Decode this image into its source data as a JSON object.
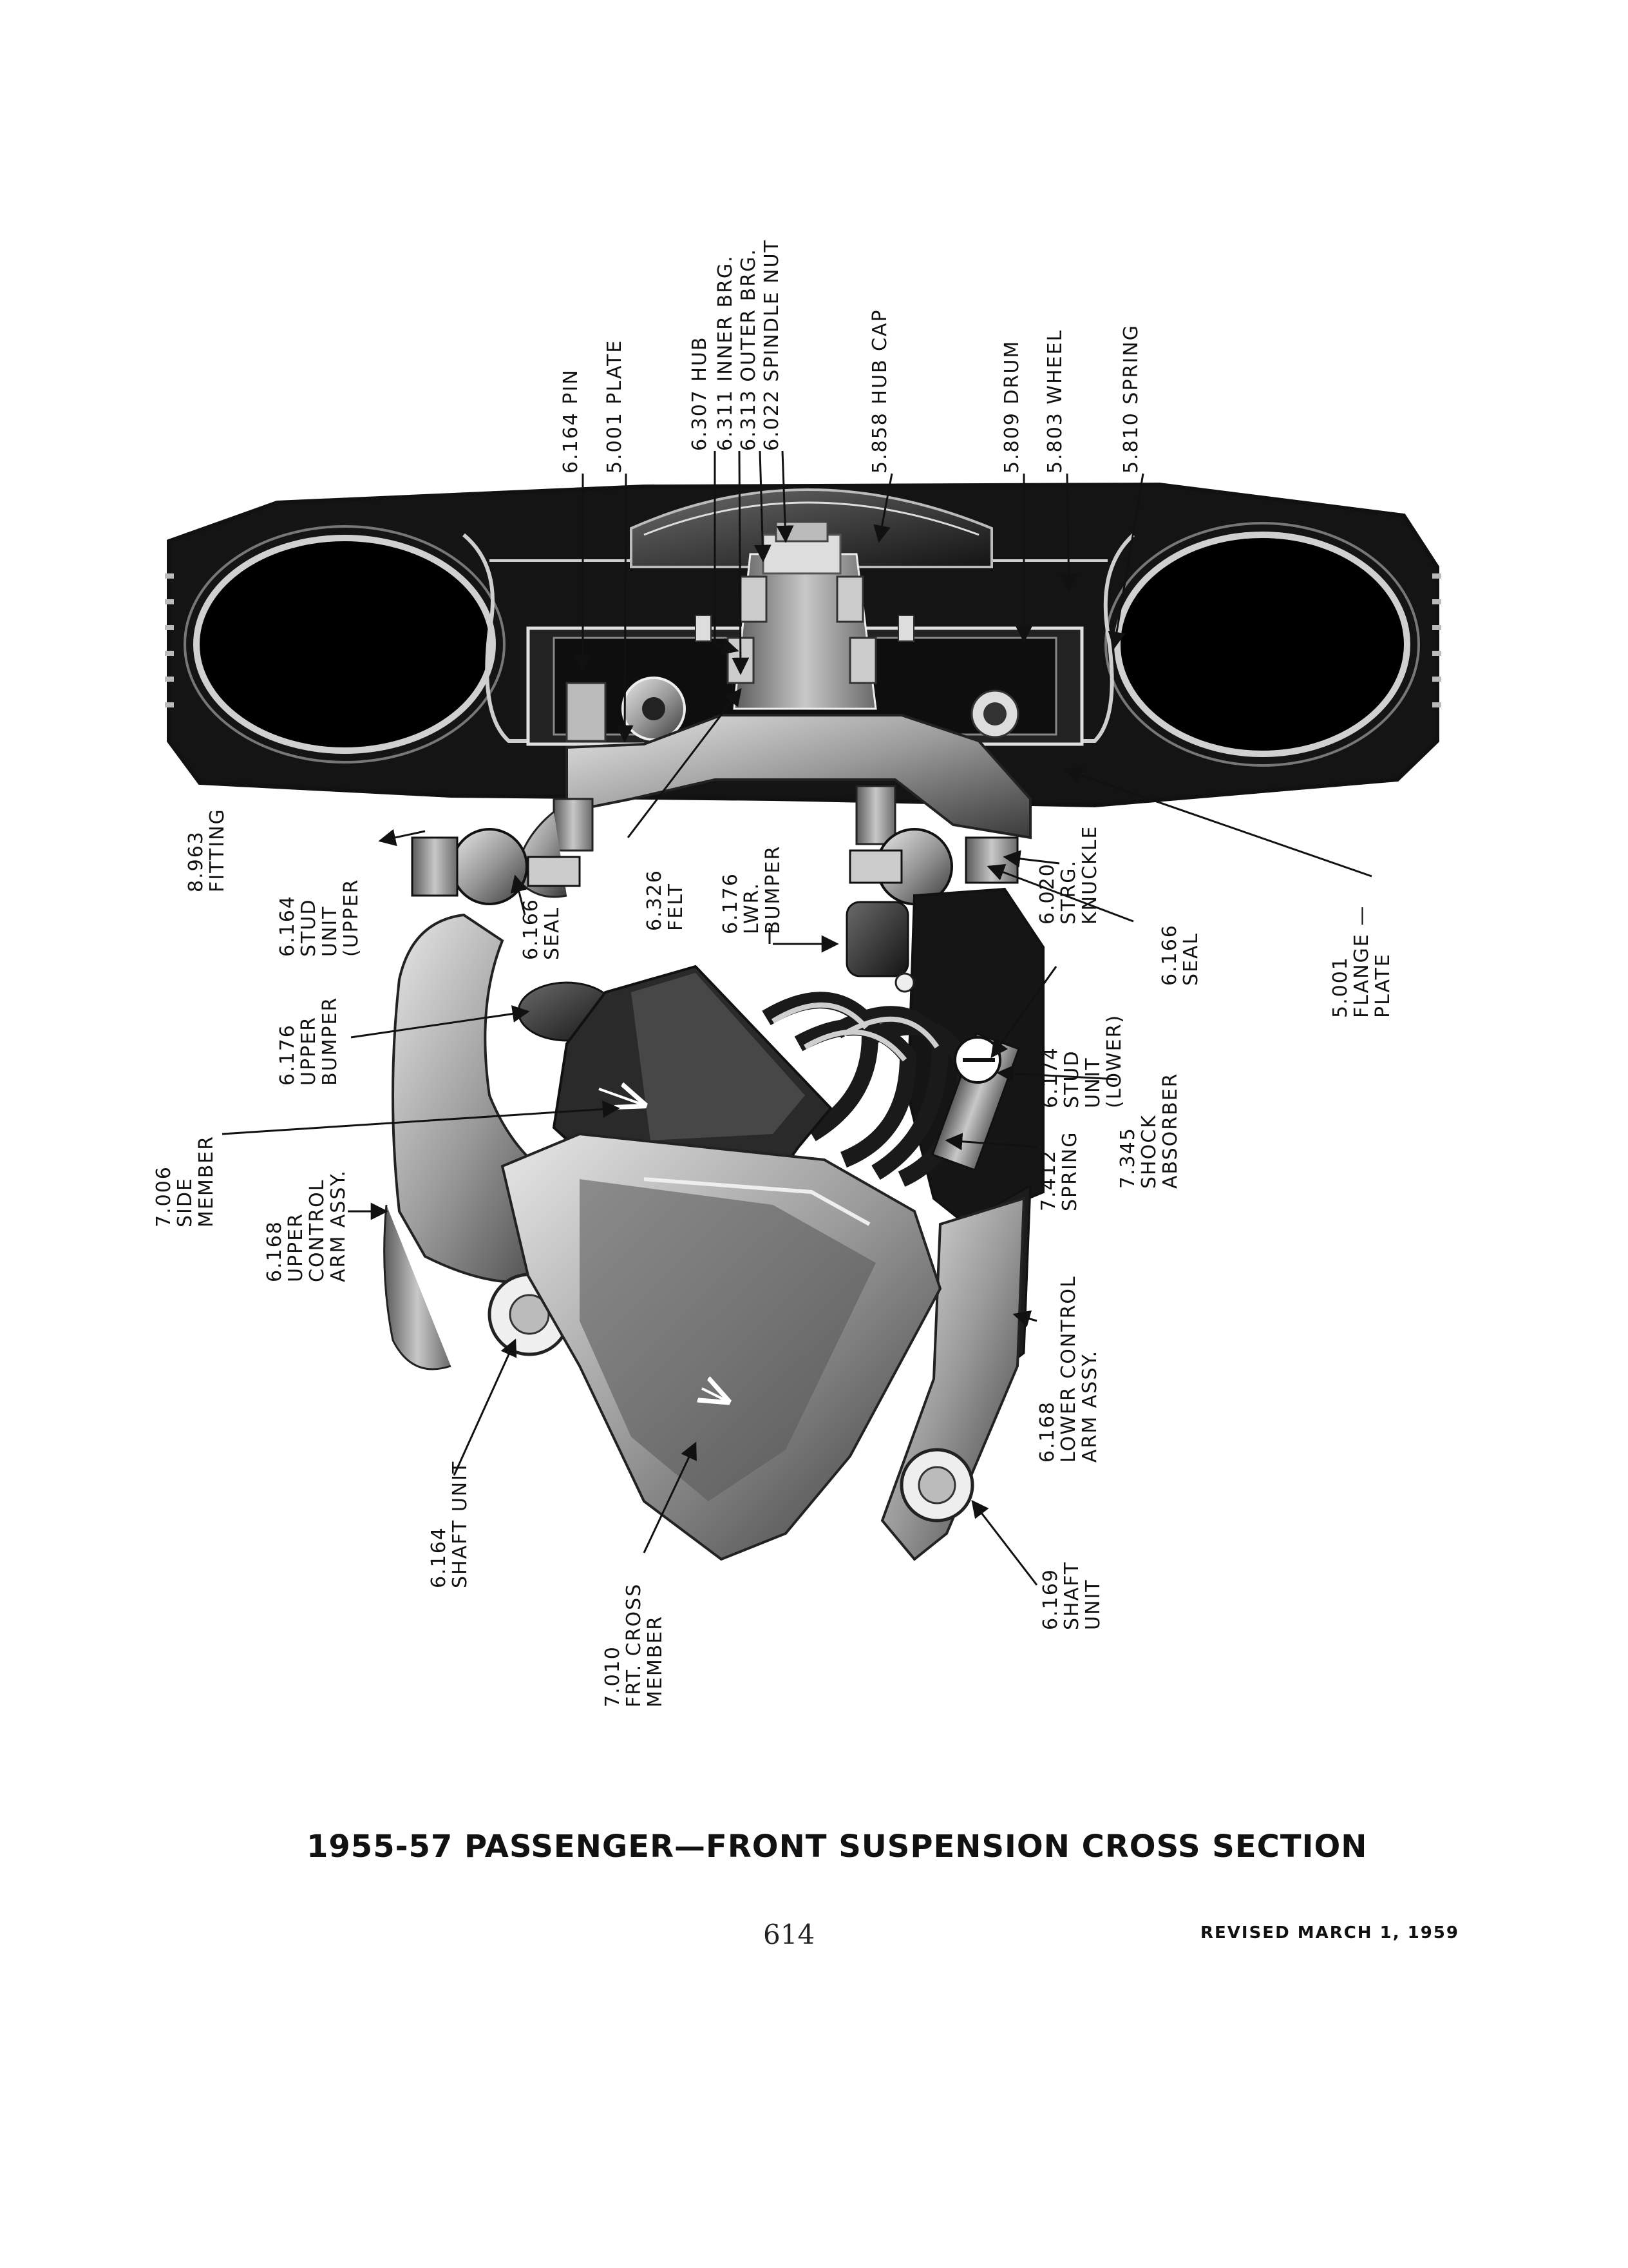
{
  "labels": {
    "pin": "6.164 PIN",
    "plate": "5.001 PLATE",
    "hub": "6.307 HUB",
    "inner_brg": "6.311 INNER BRG.",
    "outer_brg": "6.313 OUTER BRG.",
    "spindle_nut": "6.022 SPINDLE NUT",
    "hub_cap": "5.858 HUB CAP",
    "drum": "5.809 DRUM",
    "wheel": "5.803 WHEEL",
    "spring_top": "5.810 SPRING",
    "fitting": [
      "8.963",
      "FITTING"
    ],
    "stud_upper": [
      "6.164",
      "STUD",
      "UNIT",
      "(UPPER"
    ],
    "seal_left": [
      "6.166",
      "SEAL"
    ],
    "felt": [
      "6.326",
      "FELT"
    ],
    "lwr_bumper": [
      "6.176",
      "LWR.",
      "BUMPER"
    ],
    "strg_knuckle": [
      "6.020",
      "STRG.",
      "KNUCKLE"
    ],
    "seal_right": [
      "6.166",
      "SEAL"
    ],
    "flange_plate": [
      "5.001",
      "FLANGE —",
      "PLATE"
    ],
    "upper_bumper": [
      "6.176",
      "UPPER",
      "BUMPER"
    ],
    "stud_lower": [
      "6.174",
      "STUD",
      "UNIT",
      "(LOWER)"
    ],
    "side_member": [
      "7.006",
      "SIDE",
      "MEMBER"
    ],
    "shock_absorber": [
      "7.345",
      "SHOCK",
      "ABSORBER"
    ],
    "upper_control_arm": [
      "6.168",
      "UPPER",
      "CONTROL",
      "ARM ASSY."
    ],
    "coil_spring": [
      "7.412",
      "SPRING"
    ],
    "lower_control_arm": [
      "6.168",
      "LOWER CONTROL",
      "ARM ASSY."
    ],
    "shaft_unit_upper": [
      "6.164",
      "SHAFT UNIT"
    ],
    "frt_cross_member": [
      "7.010",
      "FRT. CROSS",
      "MEMBER"
    ],
    "shaft_unit_lower": [
      "6.169",
      "SHAFT",
      "UNIT"
    ]
  },
  "caption": "1955-57 PASSENGER—FRONT SUSPENSION CROSS SECTION",
  "page_number": "614",
  "revised": "REVISED MARCH 1, 1959"
}
